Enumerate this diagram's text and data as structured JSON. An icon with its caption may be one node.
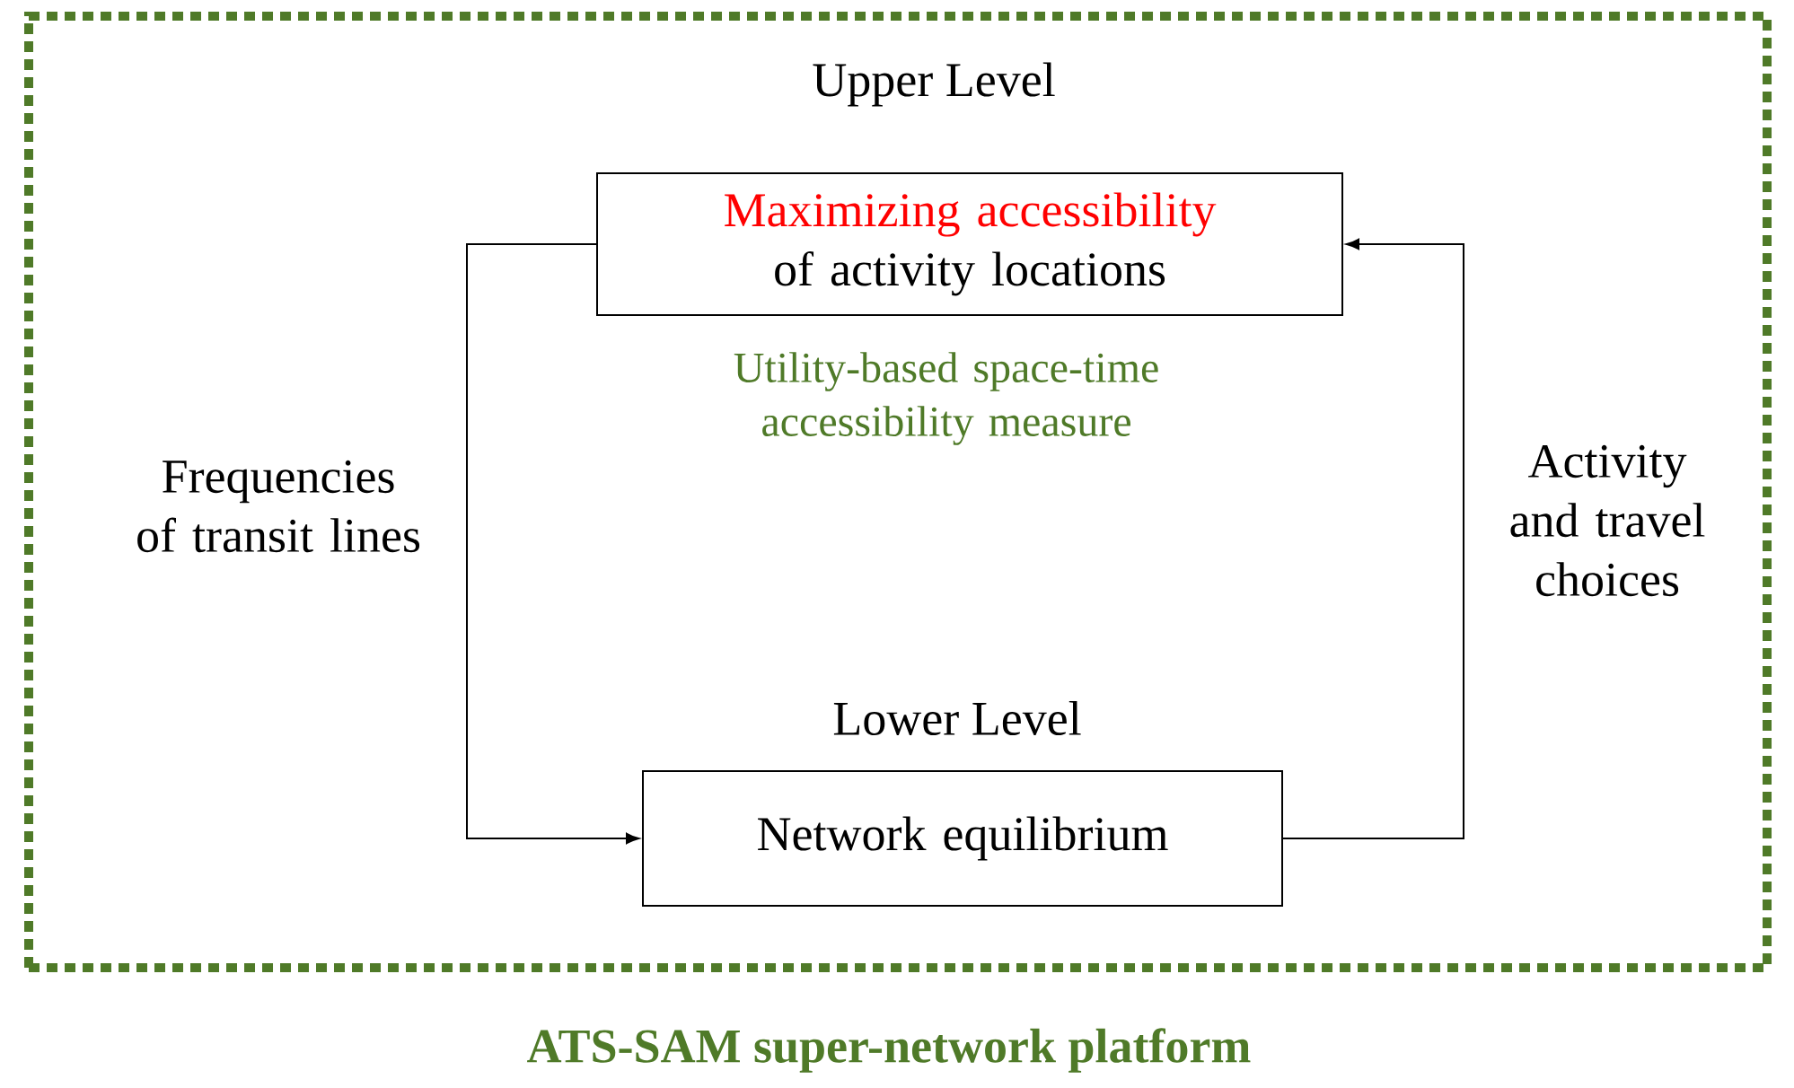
{
  "diagram": {
    "nodes": [
      {
        "text": [
          "ATS-SAM super-network platform"
        ]
      },
      {
        "text": [
          "Upper Level",
          "Maximizing accessibility",
          "of activity locations"
        ],
        "beside": [
          "Utility-based space-time accessibility measure"
        ],
        "in": 0
      },
      {
        "text": [
          "Lower Level",
          "Network equilibrium"
        ],
        "in": 0
      }
    ],
    "edges": [
      {
        "from": 1,
        "to": 2,
        "arrow": "to",
        "label": "Frequencies of transit lines"
      },
      {
        "from": 2,
        "to": 1,
        "arrow": "to",
        "label": "Activity and travel choices"
      }
    ]
  }
}
